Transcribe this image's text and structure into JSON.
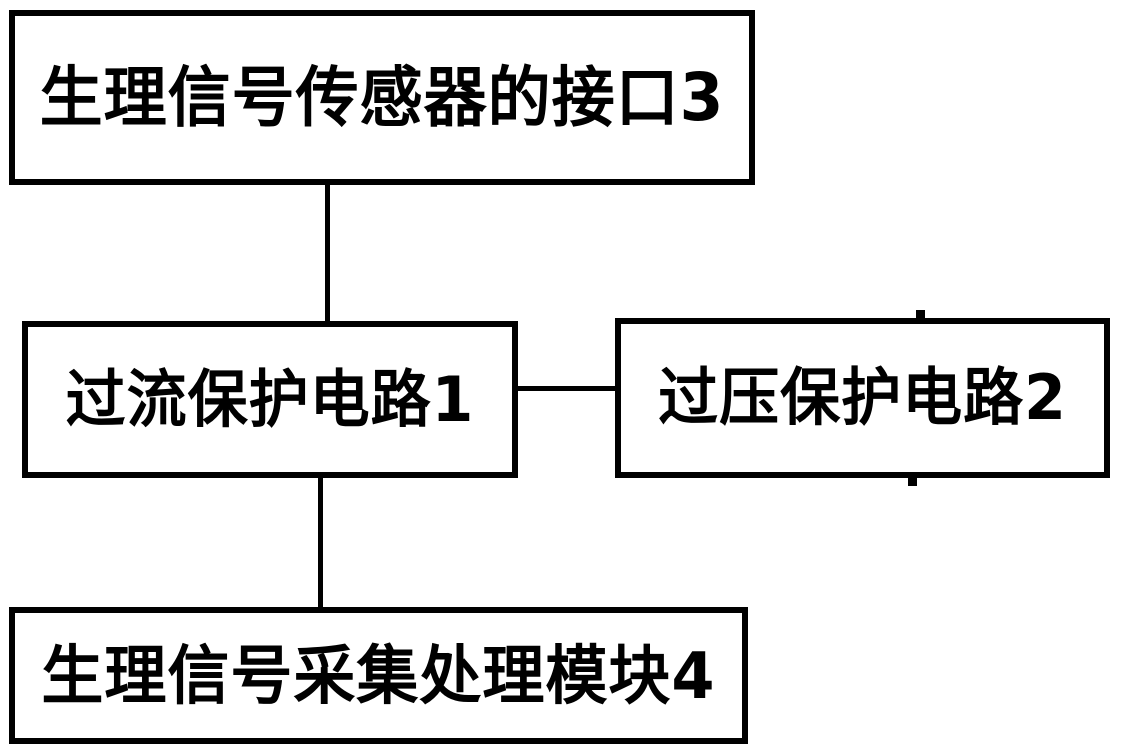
{
  "diagram": {
    "background_color": "#ffffff",
    "line_color": "#000000",
    "boxes": [
      {
        "id": "3",
        "label": "生理信号传感器的接口3",
        "position": "top"
      },
      {
        "id": "1",
        "label": "过流保护电路1",
        "position": "middle-left"
      },
      {
        "id": "2",
        "label": "过压保护电路2",
        "position": "middle-right"
      },
      {
        "id": "4",
        "label": "生理信号采集处理模块4",
        "position": "bottom"
      }
    ],
    "connections": [
      {
        "from": "3",
        "to": "1",
        "type": "vertical-line"
      },
      {
        "from": "1",
        "to": "2",
        "type": "horizontal-line"
      },
      {
        "from": "1",
        "to": "4",
        "type": "vertical-line"
      }
    ]
  }
}
